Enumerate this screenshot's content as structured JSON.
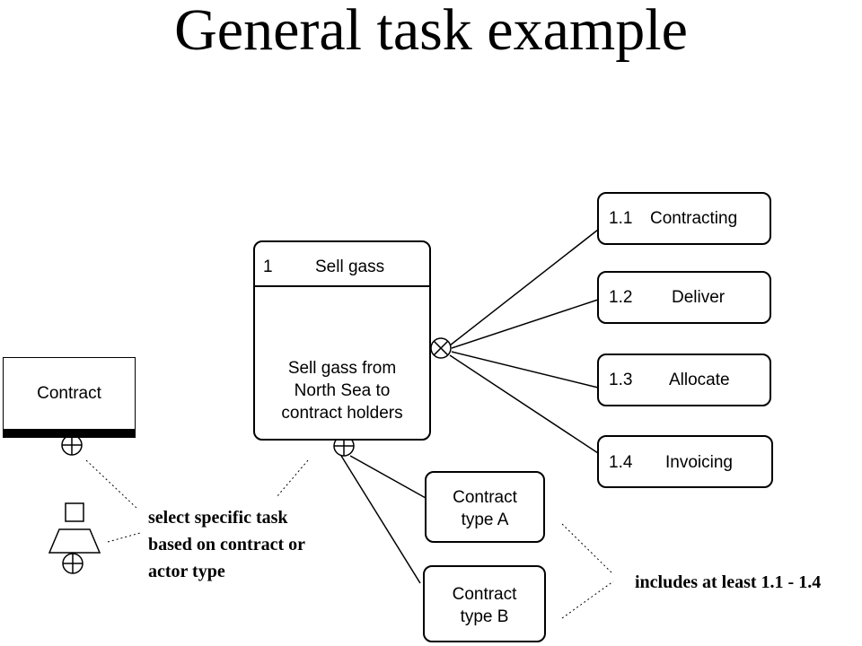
{
  "title": "General task example",
  "main_task": {
    "number": "1",
    "name": "Sell gass",
    "description": [
      "Sell gass from",
      "North Sea to",
      "contract holders"
    ]
  },
  "contract_label": "Contract",
  "subtasks": [
    {
      "number": "1.1",
      "name": "Contracting"
    },
    {
      "number": "1.2",
      "name": "Deliver"
    },
    {
      "number": "1.3",
      "name": "Allocate"
    },
    {
      "number": "1.4",
      "name": "Invoicing"
    }
  ],
  "contract_types": [
    [
      "Contract",
      "type A"
    ],
    [
      "Contract",
      "type B"
    ]
  ],
  "notes": {
    "selector": [
      "select specific task",
      "based on contract or",
      "actor type"
    ],
    "includes": "includes at least 1.1 - 1.4"
  }
}
